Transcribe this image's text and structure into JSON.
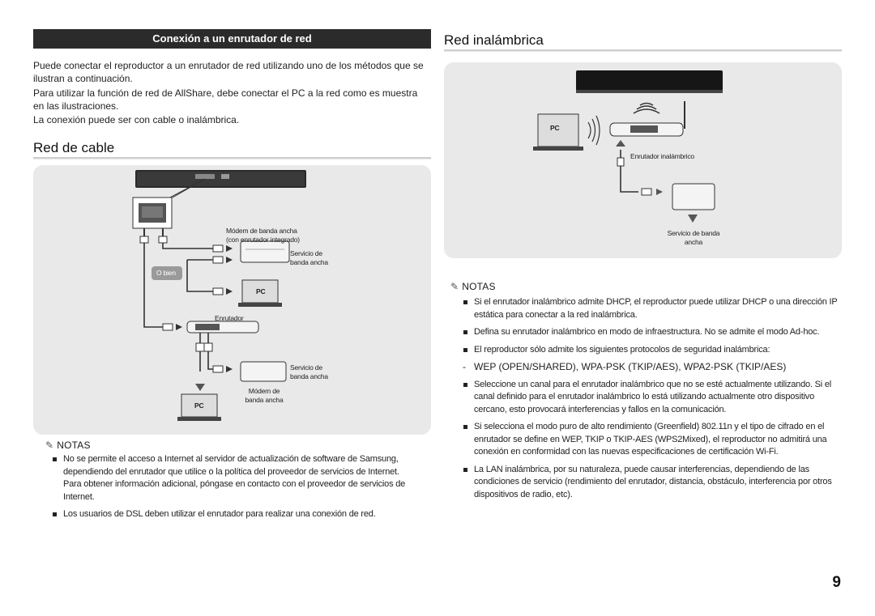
{
  "left": {
    "section_bar": "Conexión a un enrutador de red",
    "intro": [
      "Puede conectar el reproductor a un enrutador de red utilizando uno de los métodos que se ilustran a continuación.",
      "Para utilizar la función de red de AllShare, debe conectar el PC a la red como es muestra en las ilustraciones.",
      "La conexión puede ser con cable o inalámbrica."
    ],
    "heading": "Red de cable",
    "diagram": {
      "modem_router_label_1": "Módem de banda ancha",
      "modem_router_label_2": "(con enrutador integrado)",
      "service1_line1": "Servicio de",
      "service1_line2": "banda ancha",
      "or_label": "O bien",
      "pc_label": "PC",
      "router_label": "Enrutador",
      "service2_line1": "Servicio de",
      "service2_line2": "banda ancha",
      "modem_line1": "Módem de",
      "modem_line2": "banda ancha",
      "pc2_label": "PC"
    },
    "notes_title": "NOTAS",
    "notes": [
      "No se permite el acceso a Internet al servidor de actualización de software de Samsung, dependiendo del enrutador que utilice o la política del proveedor de servicios de Internet. Para obtener información adicional, póngase en contacto con el proveedor de servicios de Internet.",
      "Los usuarios de DSL deben utilizar el enrutador para realizar una conexión de red."
    ]
  },
  "right": {
    "heading": "Red inalámbrica",
    "diagram": {
      "pc_label": "PC",
      "wireless_router_label": "Enrutador inalámbrico",
      "service_line1": "Servicio de banda",
      "service_line2": "ancha"
    },
    "notes_title": "NOTAS",
    "notes": [
      "Si el enrutador inalámbrico admite DHCP, el reproductor puede utilizar DHCP o una dirección IP estática para conectar a la red inalámbrica.",
      "Defina su enrutador inalámbrico en modo de infraestructura. No se admite el modo Ad-hoc.",
      "El reproductor sólo admite los siguientes protocolos de seguridad inalámbrica:"
    ],
    "protocols": "WEP (OPEN/SHARED), WPA-PSK (TKIP/AES), WPA2-PSK (TKIP/AES)",
    "notes2": [
      "Seleccione un canal para el enrutador inalámbrico que no se esté actualmente utilizando. Si el canal definido para el enrutador inalámbrico lo está utilizando actualmente otro dispositivo cercano, esto provocará interferencias y fallos en la comunicación.",
      "Si selecciona el modo puro de alto rendimiento (Greenfield) 802.11n y el tipo de cifrado en el enrutador se define en WEP, TKIP o TKIP-AES (WPS2Mixed), el reproductor no admitirá una conexión en conformidad con las nuevas especificaciones de certificación Wi-Fi.",
      "La LAN inalámbrica, por su naturaleza, puede causar interferencias, dependiendo de las condiciones de servicio (rendimiento del enrutador, distancia, obstáculo, interferencia por otros dispositivos de radio, etc)."
    ]
  },
  "page_number": "9"
}
